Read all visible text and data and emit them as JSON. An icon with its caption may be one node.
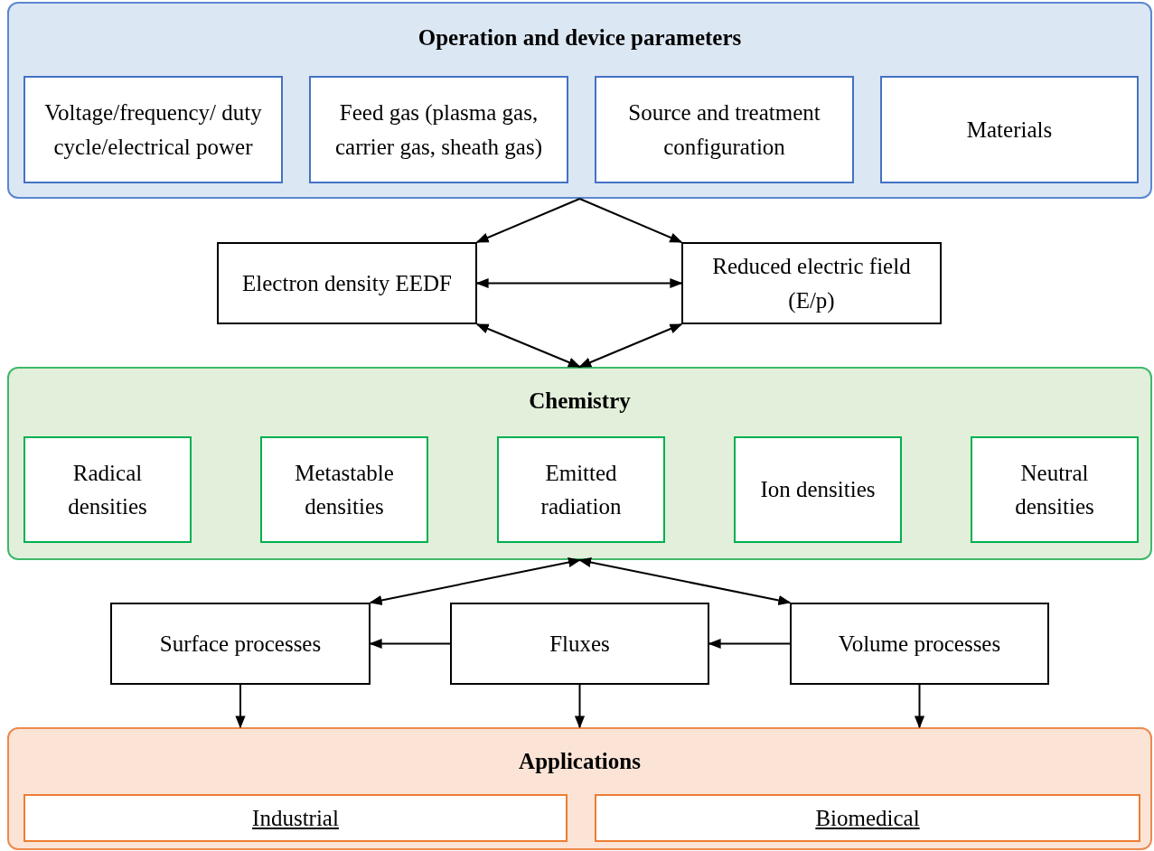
{
  "diagram": {
    "nodes": [
      {
        "text": [
          "Operation and device parameters"
        ]
      },
      {
        "text": [
          "Voltage/frequency/ duty cycle/electrical power"
        ],
        "in": 0
      },
      {
        "text": [
          "Feed gas (plasma gas, carrier gas, sheath gas)"
        ],
        "in": 0
      },
      {
        "text": [
          "Source and treatment configuration"
        ],
        "in": 0
      },
      {
        "text": [
          "Materials"
        ],
        "in": 0
      },
      {
        "text": [
          "Electron density EEDF"
        ]
      },
      {
        "text": [
          "Reduced electric field (E/p)"
        ]
      },
      {
        "text": [
          "Chemistry"
        ]
      },
      {
        "text": [
          "Radical densities"
        ],
        "in": 7
      },
      {
        "text": [
          "Metastable densities"
        ],
        "in": 7
      },
      {
        "text": [
          "Emitted radiation"
        ],
        "in": 7
      },
      {
        "text": [
          "Ion densities"
        ],
        "in": 7
      },
      {
        "text": [
          "Neutral densities"
        ],
        "in": 7
      },
      {
        "text": [
          "Surface processes"
        ]
      },
      {
        "text": [
          "Fluxes"
        ]
      },
      {
        "text": [
          "Volume processes"
        ]
      },
      {
        "text": [
          "Applications"
        ]
      },
      {
        "text": [
          "Industrial"
        ],
        "in": 16
      },
      {
        "text": [
          "Biomedical"
        ],
        "in": 16
      }
    ],
    "edges": [
      {
        "from": 0,
        "to": 5,
        "arrow": "to"
      },
      {
        "from": 0,
        "to": 6,
        "arrow": "to"
      },
      {
        "from": 5,
        "to": 6,
        "arrow": "both"
      },
      {
        "from": 5,
        "to": 7,
        "arrow": "both"
      },
      {
        "from": 6,
        "to": 7,
        "arrow": "both"
      },
      {
        "from": 7,
        "to": 13,
        "arrow": "both"
      },
      {
        "from": 7,
        "to": 15,
        "arrow": "both"
      },
      {
        "from": 14,
        "to": 13,
        "arrow": "to"
      },
      {
        "from": 15,
        "to": 14,
        "arrow": "to"
      },
      {
        "from": 13,
        "to": 16,
        "arrow": "to"
      },
      {
        "from": 14,
        "to": 16,
        "arrow": "to"
      },
      {
        "from": 15,
        "to": 16,
        "arrow": "to"
      }
    ]
  }
}
